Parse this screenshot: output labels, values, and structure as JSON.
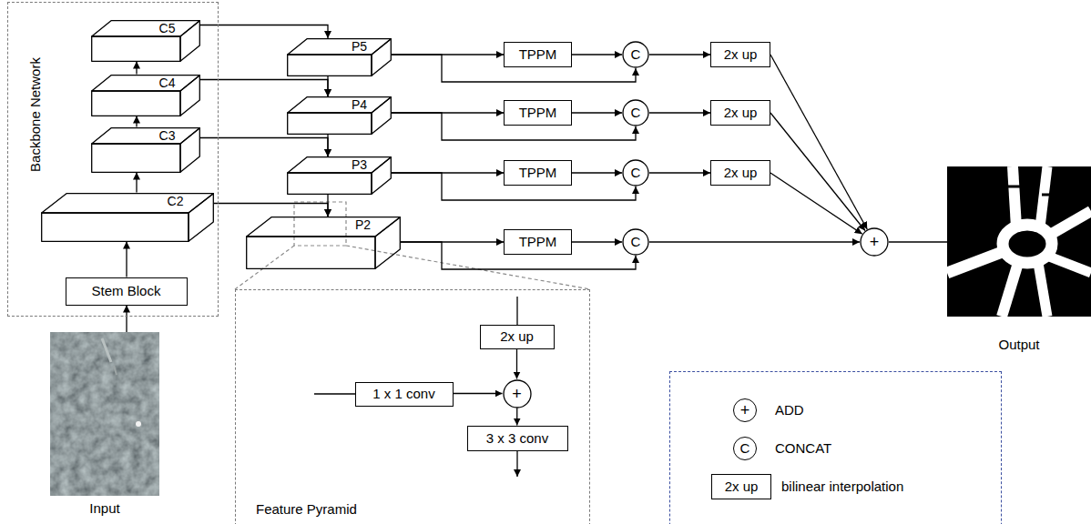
{
  "diagram": {
    "nodes": [
      {
        "text": [
          "Backbone Network"
        ]
      },
      {
        "text": [
          "C5"
        ],
        "in": 0
      },
      {
        "text": [
          "C4"
        ],
        "in": 0
      },
      {
        "text": [
          "C3"
        ],
        "in": 0
      },
      {
        "text": [
          "C2"
        ],
        "in": 0
      },
      {
        "text": [
          "Stem Block"
        ],
        "in": 0
      },
      {
        "text": [
          "Input"
        ]
      },
      {
        "text": [
          "P5"
        ]
      },
      {
        "text": [
          "P4"
        ]
      },
      {
        "text": [
          "P3"
        ]
      },
      {
        "text": [
          "P2"
        ]
      },
      {
        "text": [
          "TPPM"
        ]
      },
      {
        "text": [
          "C"
        ]
      },
      {
        "text": [
          "2x up"
        ]
      },
      {
        "text": [
          "TPPM"
        ]
      },
      {
        "text": [
          "C"
        ]
      },
      {
        "text": [
          "2x up"
        ]
      },
      {
        "text": [
          "TPPM"
        ]
      },
      {
        "text": [
          "C"
        ]
      },
      {
        "text": [
          "2x up"
        ]
      },
      {
        "text": [
          "TPPM"
        ]
      },
      {
        "text": [
          "C"
        ]
      },
      {
        "text": [
          "+"
        ]
      },
      {
        "text": [
          "Output"
        ]
      },
      {
        "text": [
          "Feature Pyramid"
        ]
      },
      {
        "text": [
          "2x up"
        ],
        "in": 24
      },
      {
        "text": [
          "1 x 1 conv"
        ],
        "in": 24
      },
      {
        "text": [
          "+"
        ],
        "in": 24
      },
      {
        "text": [
          "3 x 3 conv"
        ],
        "in": 24
      }
    ],
    "edges": [
      {
        "from": 6,
        "to": 5,
        "arrow": "to"
      },
      {
        "from": 5,
        "to": 4,
        "arrow": "to"
      },
      {
        "from": 4,
        "to": 3,
        "arrow": "to"
      },
      {
        "from": 3,
        "to": 2,
        "arrow": "to"
      },
      {
        "from": 2,
        "to": 1,
        "arrow": "to"
      },
      {
        "from": 1,
        "to": 7,
        "arrow": "to"
      },
      {
        "from": 2,
        "to": 8,
        "arrow": "to"
      },
      {
        "from": 3,
        "to": 9,
        "arrow": "to"
      },
      {
        "from": 4,
        "to": 10,
        "arrow": "to"
      },
      {
        "from": 7,
        "to": 8,
        "arrow": "to"
      },
      {
        "from": 8,
        "to": 9,
        "arrow": "to"
      },
      {
        "from": 9,
        "to": 10,
        "arrow": "to"
      },
      {
        "from": 7,
        "to": 11,
        "arrow": "to"
      },
      {
        "from": 11,
        "to": 12,
        "arrow": "to"
      },
      {
        "from": 7,
        "to": 12,
        "arrow": "to"
      },
      {
        "from": 12,
        "to": 13,
        "arrow": "to"
      },
      {
        "from": 13,
        "to": 22,
        "arrow": "to"
      },
      {
        "from": 8,
        "to": 14,
        "arrow": "to"
      },
      {
        "from": 14,
        "to": 15,
        "arrow": "to"
      },
      {
        "from": 8,
        "to": 15,
        "arrow": "to"
      },
      {
        "from": 15,
        "to": 16,
        "arrow": "to"
      },
      {
        "from": 16,
        "to": 22,
        "arrow": "to"
      },
      {
        "from": 9,
        "to": 17,
        "arrow": "to"
      },
      {
        "from": 17,
        "to": 18,
        "arrow": "to"
      },
      {
        "from": 9,
        "to": 18,
        "arrow": "to"
      },
      {
        "from": 18,
        "to": 19,
        "arrow": "to"
      },
      {
        "from": 19,
        "to": 22,
        "arrow": "to"
      },
      {
        "from": 10,
        "to": 20,
        "arrow": "to"
      },
      {
        "from": 20,
        "to": 21,
        "arrow": "to"
      },
      {
        "from": 10,
        "to": 21,
        "arrow": "to"
      },
      {
        "from": 21,
        "to": 22,
        "arrow": "to"
      },
      {
        "from": 22,
        "to": 23,
        "arrow": "none"
      },
      {
        "from": 25,
        "to": 27,
        "arrow": "to"
      },
      {
        "from": 26,
        "to": 27,
        "arrow": "to"
      },
      {
        "from": 27,
        "to": 28,
        "arrow": "to"
      }
    ],
    "labels": [
      "+",
      "C",
      "2x up"
    ],
    "legend": [
      {
        "text": "ADD"
      },
      {
        "text": "CONCAT"
      },
      {
        "text": "bilinear interpolation"
      }
    ]
  }
}
